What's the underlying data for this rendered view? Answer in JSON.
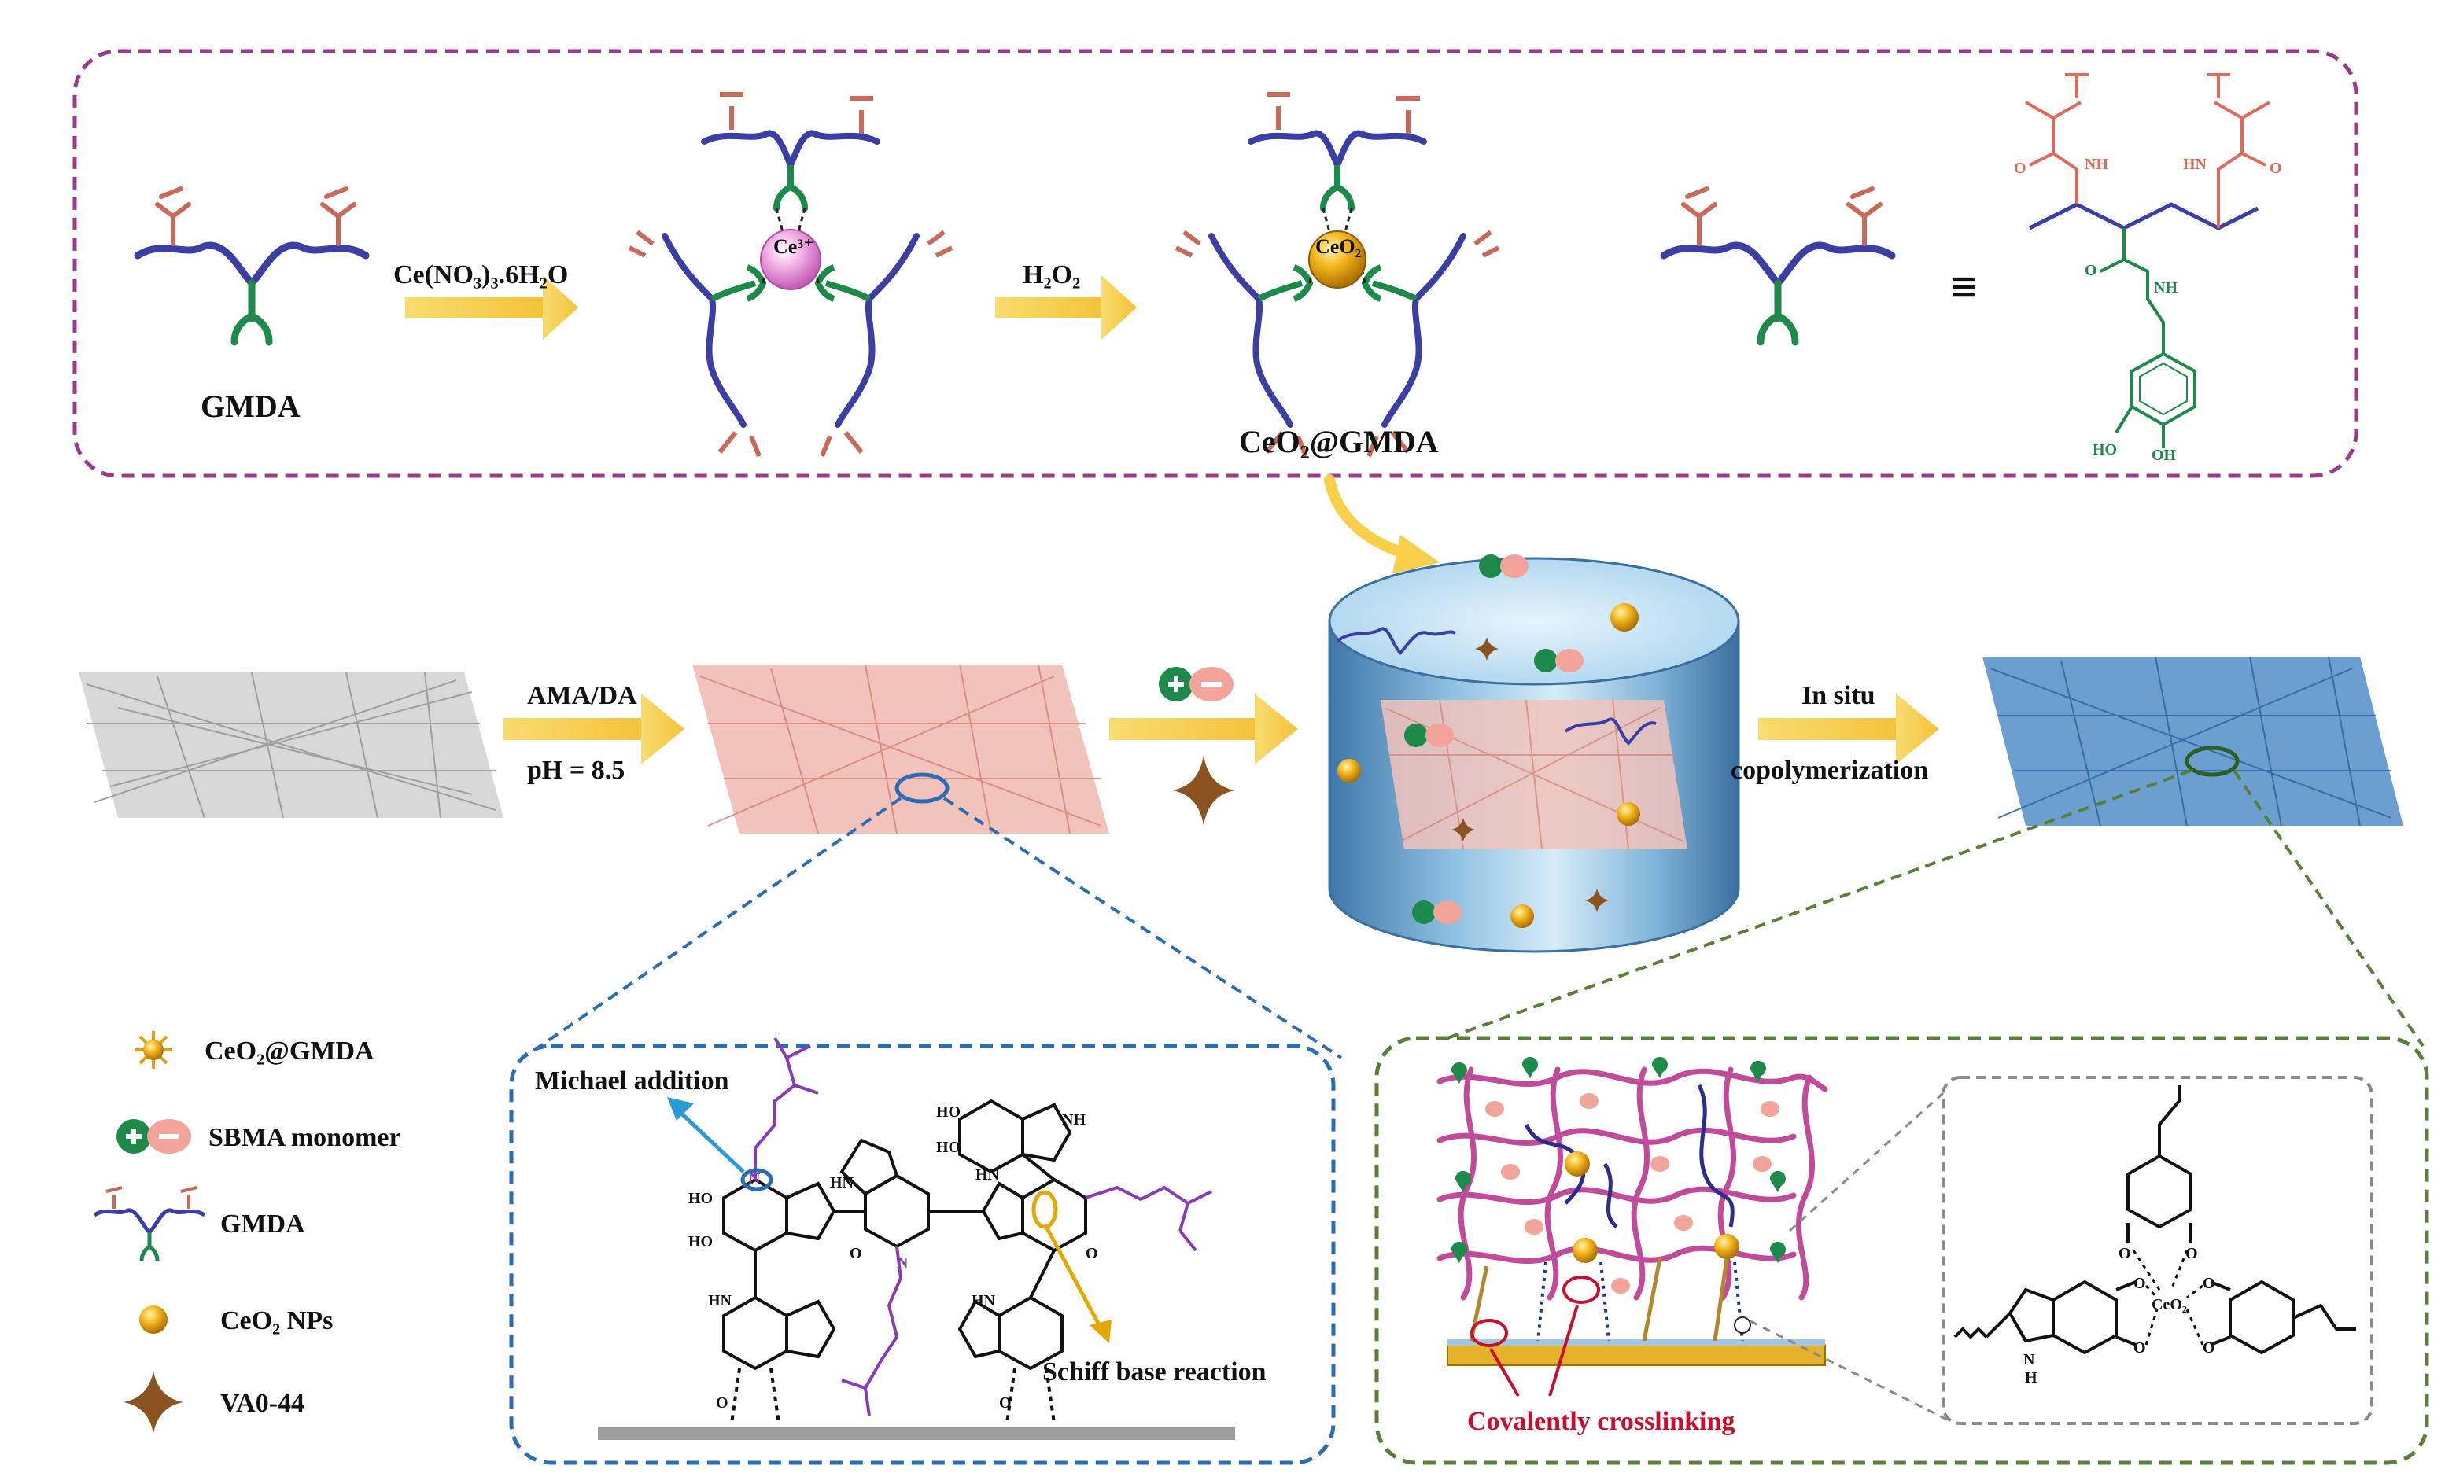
{
  "top_panel": {
    "gmda_label": "GMDA",
    "reagent1": "Ce(NO₃)₃.6H₂O",
    "reagent2": "H₂O₂",
    "ce_ion": "Ce³⁺",
    "ceo2_particle": "CeO₂",
    "product_label": "CeO₂@GMDA",
    "equiv_symbol": "≡",
    "structure_labels": {
      "nh_left": "NH",
      "hn_right": "HN",
      "o_left": "O",
      "o_right": "O",
      "o_mid": "O",
      "nh_mid": "NH",
      "ho": "HO",
      "oh": "OH"
    }
  },
  "middle_row": {
    "step1_top": "AMA/DA",
    "step1_bottom": "pH = 8.5",
    "step3_top": "In situ",
    "step3_bottom": "copolymerization"
  },
  "legend": [
    {
      "label": "CeO₂@GMDA",
      "icon": "ceo2-gmda-icon"
    },
    {
      "label": "SBMA monomer",
      "icon": "sbma-monomer-icon"
    },
    {
      "label": "GMDA",
      "icon": "gmda-icon"
    },
    {
      "label": "CeO₂ NPs",
      "icon": "ceo2-np-icon"
    },
    {
      "label": "VA0-44",
      "icon": "va044-star-icon"
    }
  ],
  "blue_panel": {
    "michael": "Michael addition",
    "schiff": "Schiff base reaction",
    "atoms": {
      "ho1": "HO",
      "ho2": "HO",
      "ho3": "HO",
      "ho4": "HO",
      "hn1": "HN",
      "hn2": "HN",
      "hn3": "HN",
      "hn4": "HN",
      "nh1": "NH",
      "o1": "O",
      "o2": "O",
      "n1": "N",
      "n2": "N",
      "o3": "O",
      "o4": "O"
    }
  },
  "green_panel": {
    "crosslink_label": "Covalently crosslinking",
    "atoms": {
      "o1": "O",
      "o2": "O",
      "o3": "O",
      "o4": "O",
      "o5": "O",
      "o6": "O",
      "ceo2": "CeO₂",
      "nh": "N",
      "h": "H"
    }
  },
  "colors": {
    "purple_border": "#9b3a8a",
    "blue_border": "#2a6db5",
    "green_border": "#5a7f3a",
    "arrow_yellow": "#f7cf4a",
    "chain_blue": "#3b3fa3",
    "chain_green": "#1d8a4a",
    "chain_red": "#c9695a",
    "pink_mesh": "#e8a8a0",
    "gray_mesh": "#a0a0a0",
    "blue_mesh": "#4a86c0",
    "crosslink_red": "#c8102e"
  }
}
